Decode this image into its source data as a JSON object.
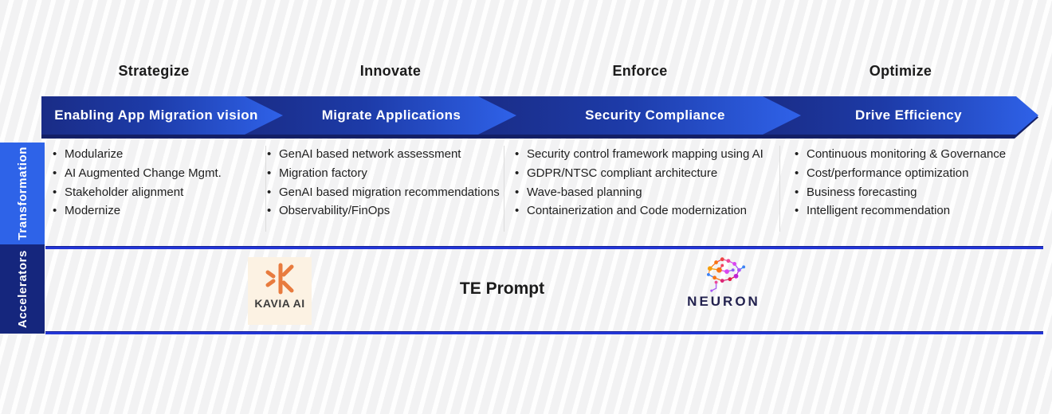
{
  "slide": {
    "phases": [
      {
        "label": "Strategize"
      },
      {
        "label": "Innovate"
      },
      {
        "label": "Enforce"
      },
      {
        "label": "Optimize"
      }
    ],
    "banner_segments": [
      {
        "label": "Enabling App Migration vision"
      },
      {
        "label": "Migrate Applications"
      },
      {
        "label": "Security Compliance"
      },
      {
        "label": "Drive Efficiency"
      }
    ],
    "row_labels": {
      "transformation": "Transformation",
      "accelerators": "Accelerators"
    },
    "transformation_columns": [
      {
        "items": [
          "Modularize",
          "AI Augmented Change Mgmt.",
          "Stakeholder alignment",
          "Modernize"
        ]
      },
      {
        "items": [
          "GenAI based network assessment",
          "Migration factory",
          "GenAI based migration recommendations",
          "Observability/FinOps"
        ]
      },
      {
        "items": [
          "Security control framework mapping using AI",
          "GDPR/NTSC compliant architecture",
          "Wave-based planning",
          "Containerization and Code modernization"
        ]
      },
      {
        "items": [
          "Continuous monitoring & Governance",
          "Cost/performance optimization",
          "Business forecasting",
          "Intelligent recommendation"
        ]
      }
    ],
    "accelerators_row": {
      "kavia": {
        "label": "KAVIA AI",
        "icon": "kavia-asterisk-icon"
      },
      "te_prompt": {
        "label": "TE Prompt"
      },
      "neuron": {
        "label": "NEURON",
        "icon": "neuron-brain-icon"
      }
    },
    "colors": {
      "banner_bright_blue": "#2f62e9",
      "banner_dark_navy": "#1a2c86",
      "band_underlay": "#131f66",
      "transformation_row": "#2e63e8",
      "accelerators_row": "#15267d",
      "divider_blue_line": "#2336d6",
      "kavia_orange": "#e87b3e",
      "neuron_text": "#23224f"
    }
  }
}
